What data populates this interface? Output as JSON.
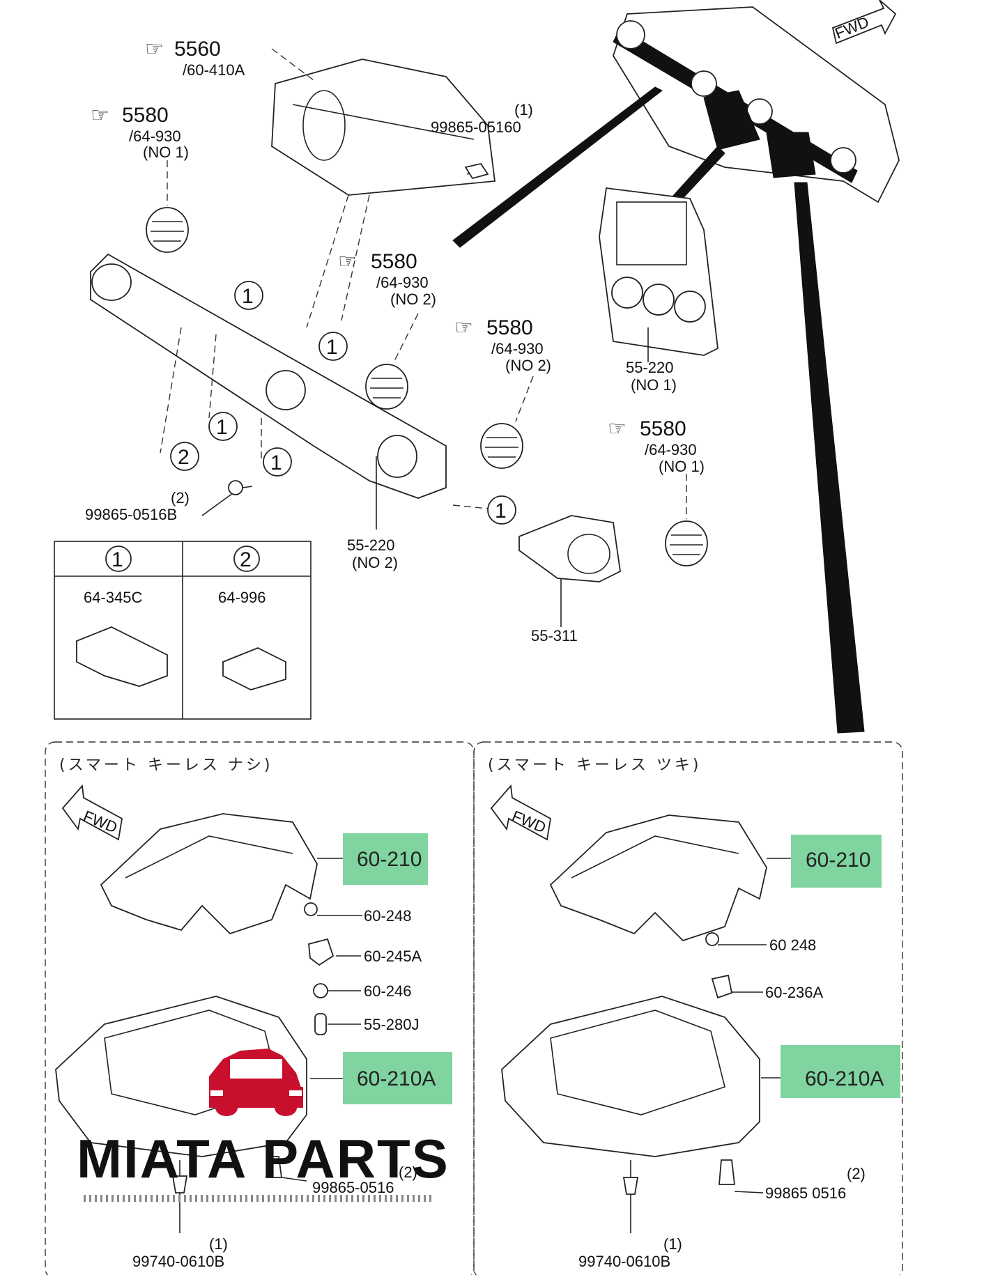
{
  "top_diagram": {
    "callouts": [
      {
        "ref": "5560",
        "sub": "/60-410A"
      },
      {
        "ref": "5580",
        "sub": "/64-930",
        "note": "(NO 1)"
      },
      {
        "ref": "5580",
        "sub": "/64-930",
        "note": "(NO 2)"
      },
      {
        "ref": "5580",
        "sub": "/64-930",
        "note": "(NO 2)"
      },
      {
        "ref": "5580",
        "sub": "/64-930",
        "note": "(NO 1)"
      }
    ],
    "screw_top": {
      "part": "99865-05160",
      "qty": "(1)"
    },
    "screw_left": {
      "part": "99865-0516B",
      "qty": "(2)"
    },
    "panel_no2": {
      "part": "55-220",
      "note": "(NO 2)"
    },
    "panel_no1": {
      "part": "55-220",
      "note": "(NO 1)"
    },
    "cover_right": "55-311",
    "fwd": "FWD",
    "markers": [
      "1",
      "2"
    ],
    "legend": [
      {
        "num": "1",
        "part": "64-345C"
      },
      {
        "num": "2",
        "part": "64-996"
      }
    ]
  },
  "panel_left": {
    "title": "(スマート キーレス ナシ)",
    "fwd": "FWD",
    "labels": {
      "upper": "60-210",
      "a": "60-248",
      "b": "60-245A",
      "c": "60-246",
      "d": "55-280J",
      "lower": "60-210A",
      "screw2": "99865-0516",
      "screw2_qty": "(2)",
      "screw1": "99740-0610B",
      "screw1_qty": "(1)"
    }
  },
  "panel_right": {
    "title": "(スマート キーレス ツキ)",
    "fwd": "FWD",
    "labels": {
      "upper": "60-210",
      "a": "60 248",
      "b": "60-236A",
      "lower": "60-210A",
      "screw2": "99865 0516",
      "screw2_qty": "(2)",
      "screw1": "99740-0610B",
      "screw1_qty": "(1)"
    }
  },
  "watermark": "MIATA PARTS",
  "colors": {
    "highlight": "#7fd4a0",
    "logo_red": "#c8102e",
    "line": "#222222"
  }
}
